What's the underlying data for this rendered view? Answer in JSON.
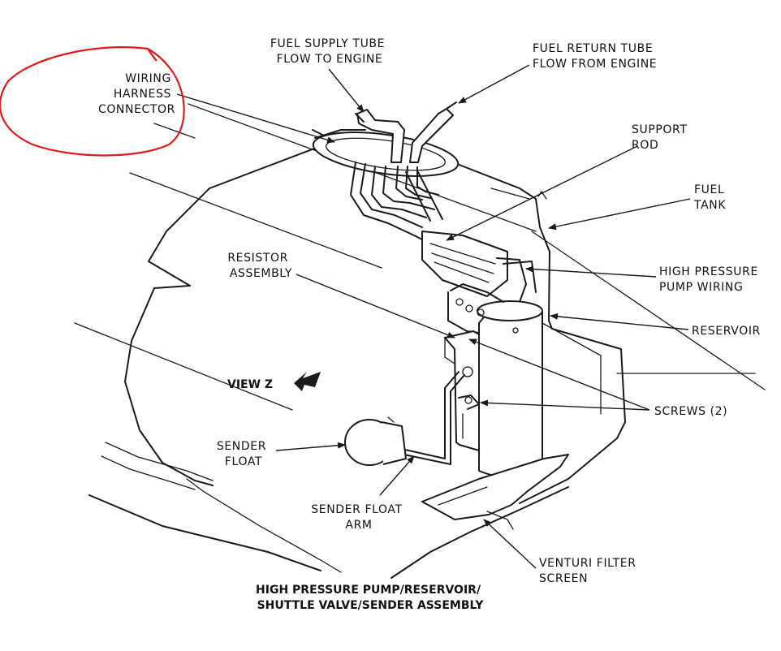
{
  "labels": {
    "wiring_harness": [
      "WIRING",
      "HARNESS",
      "CONNECTOR"
    ],
    "fuel_supply": [
      "FUEL SUPPLY TUBE",
      "FLOW TO ENGINE"
    ],
    "fuel_return": [
      "FUEL RETURN TUBE",
      "FLOW FROM ENGINE"
    ],
    "support_rod": [
      "SUPPORT",
      "ROD"
    ],
    "fuel_tank": [
      "FUEL",
      "TANK"
    ],
    "resistor": [
      "RESISTOR",
      "ASSEMBLY"
    ],
    "hp_wiring": [
      "HIGH PRESSURE",
      "PUMP WIRING"
    ],
    "reservoir": [
      "RESERVOIR"
    ],
    "view_z": "VIEW Z",
    "screws": "SCREWS (2)",
    "sender_float": [
      "SENDER",
      "FLOAT"
    ],
    "sender_float_arm": [
      "SENDER FLOAT",
      "ARM"
    ],
    "venturi": [
      "VENTURI FILTER",
      "SCREEN"
    ]
  },
  "caption": [
    "HIGH PRESSURE PUMP/RESERVOIR/",
    "SHUTTLE VALVE/SENDER ASSEMBLY"
  ],
  "colors": {
    "line": "#1a1a1a",
    "annotation": "#e01a1a",
    "background": "#ffffff"
  }
}
